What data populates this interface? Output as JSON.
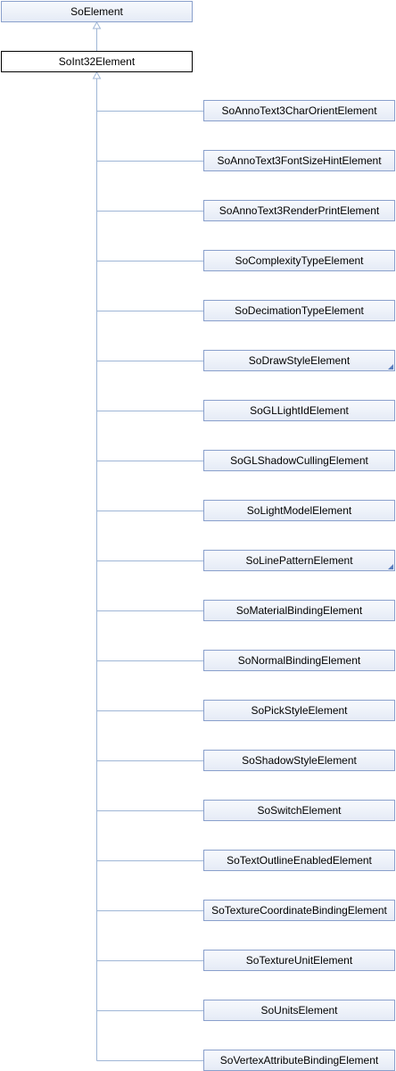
{
  "diagram": {
    "base": {
      "label": "SoElement"
    },
    "current": {
      "label": "SoInt32Element"
    },
    "children": [
      {
        "label": "SoAnnoText3CharOrientElement",
        "has_more": false
      },
      {
        "label": "SoAnnoText3FontSizeHintElement",
        "has_more": false
      },
      {
        "label": "SoAnnoText3RenderPrintElement",
        "has_more": false
      },
      {
        "label": "SoComplexityTypeElement",
        "has_more": false
      },
      {
        "label": "SoDecimationTypeElement",
        "has_more": false
      },
      {
        "label": "SoDrawStyleElement",
        "has_more": true
      },
      {
        "label": "SoGLLightIdElement",
        "has_more": false
      },
      {
        "label": "SoGLShadowCullingElement",
        "has_more": false
      },
      {
        "label": "SoLightModelElement",
        "has_more": false
      },
      {
        "label": "SoLinePatternElement",
        "has_more": true
      },
      {
        "label": "SoMaterialBindingElement",
        "has_more": false
      },
      {
        "label": "SoNormalBindingElement",
        "has_more": false
      },
      {
        "label": "SoPickStyleElement",
        "has_more": false
      },
      {
        "label": "SoShadowStyleElement",
        "has_more": false
      },
      {
        "label": "SoSwitchElement",
        "has_more": false
      },
      {
        "label": "SoTextOutlineEnabledElement",
        "has_more": false
      },
      {
        "label": "SoTextureCoordinateBindingElement",
        "has_more": false
      },
      {
        "label": "SoTextureUnitElement",
        "has_more": false
      },
      {
        "label": "SoUnitsElement",
        "has_more": false
      },
      {
        "label": "SoVertexAttributeBindingElement",
        "has_more": false
      }
    ],
    "colors": {
      "edge": "#9fb6d6",
      "node_border": "#8aa0cc",
      "more_mark": "#5b7fbf"
    }
  }
}
